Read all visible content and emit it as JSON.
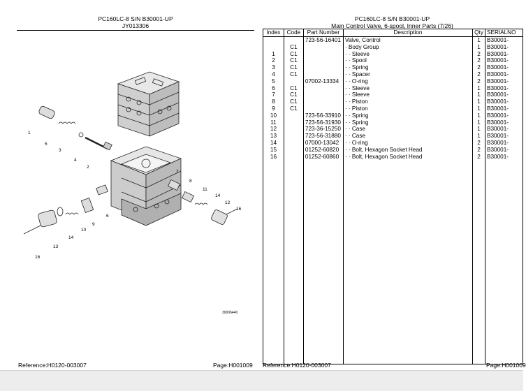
{
  "left": {
    "title": "PC160LC-8 S/N B30001-UP",
    "subtitle": "JY013306",
    "reference": "Reference:H0120-003007",
    "page": "Page:H001009",
    "figure_code": "30006440",
    "callouts": [
      "1",
      "5",
      "3",
      "4",
      "2",
      "7",
      "8",
      "11",
      "14",
      "12",
      "16",
      "6",
      "9",
      "10",
      "14",
      "13",
      "16"
    ]
  },
  "right": {
    "title": "PC160LC-8 S/N B30001-UP",
    "subtitle": "Main Control Valve, 6-spool, Inner Parts (7/26)",
    "reference": "Reference:H0120-003007",
    "page": "Page:H001009",
    "columns": [
      "Index",
      "Code",
      "Part Number",
      "Description",
      "Qty",
      "SERIALNO"
    ],
    "rows": [
      [
        "",
        "",
        "723-56-16401",
        "Valve, Control",
        "1",
        "B30001-"
      ],
      [
        "",
        "C1",
        "",
        "· Body Group",
        "1",
        "B30001-"
      ],
      [
        "1",
        "C1",
        "",
        "· · Sleeve",
        "2",
        "B30001-"
      ],
      [
        "2",
        "C1",
        "",
        "· · Spool",
        "2",
        "B30001-"
      ],
      [
        "3",
        "C1",
        "",
        "· · Spring",
        "2",
        "B30001-"
      ],
      [
        "4",
        "C1",
        "",
        "· · Spacer",
        "2",
        "B30001-"
      ],
      [
        "5",
        "",
        "07002-13334",
        "· · O-ring",
        "2",
        "B30001-"
      ],
      [
        "6",
        "C1",
        "",
        "· · Sleeve",
        "1",
        "B30001-"
      ],
      [
        "7",
        "C1",
        "",
        "· · Sleeve",
        "1",
        "B30001-"
      ],
      [
        "8",
        "C1",
        "",
        "· · Piston",
        "1",
        "B30001-"
      ],
      [
        "9",
        "C1",
        "",
        "· · Piston",
        "1",
        "B30001-"
      ],
      [
        "10",
        "",
        "723-56-33910",
        "· · Spring",
        "1",
        "B30001-"
      ],
      [
        "11",
        "",
        "723-56-31930",
        "· · Spring",
        "1",
        "B30001-"
      ],
      [
        "12",
        "",
        "723-36-15250",
        "· · Case",
        "1",
        "B30001-"
      ],
      [
        "13",
        "",
        "723-56-31880",
        "· · Case",
        "1",
        "B30001-"
      ],
      [
        "14",
        "",
        "07000-13042",
        "· · O-ring",
        "2",
        "B30001-"
      ],
      [
        "15",
        "",
        "01252-60820",
        "· · Bolt, Hexagon Socket Head",
        "2",
        "B30001-"
      ],
      [
        "16",
        "",
        "01252-60860",
        "· · Bolt, Hexagon Socket Head",
        "2",
        "B30001-"
      ]
    ]
  }
}
